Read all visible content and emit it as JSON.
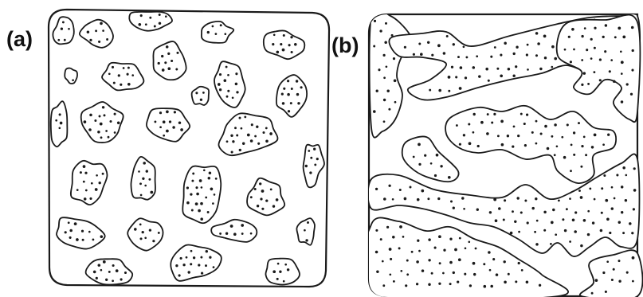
{
  "figure": {
    "panels": [
      {
        "label": "(a)",
        "description_name": "dispersed-droplets"
      },
      {
        "label": "(b)",
        "description_name": "bicontinuous-network"
      }
    ],
    "colors": {
      "ink": "#1a1a1a",
      "background": "#ffffff"
    }
  }
}
